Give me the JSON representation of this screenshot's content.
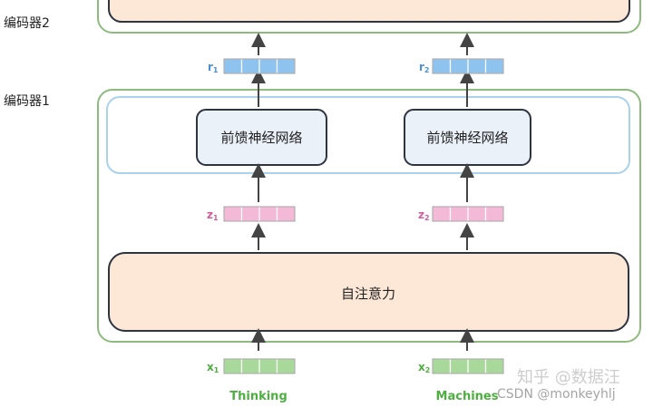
{
  "encoder_labels": {
    "top": "编码器2",
    "bottom": "编码器1"
  },
  "blocks": {
    "ffn": "前馈神经网络",
    "self_attention": "自注意力"
  },
  "vectors": {
    "x": [
      {
        "prefix": "x",
        "sub": "1"
      },
      {
        "prefix": "x",
        "sub": "2"
      }
    ],
    "z": [
      {
        "prefix": "z",
        "sub": "1"
      },
      {
        "prefix": "z",
        "sub": "2"
      }
    ],
    "r": [
      {
        "prefix": "r",
        "sub": "1"
      },
      {
        "prefix": "r",
        "sub": "2"
      }
    ]
  },
  "inputs": [
    "Thinking",
    "Machines"
  ],
  "watermarks": {
    "zhihu": "知乎 @数据汪",
    "csdn": "CSDN @monkeyhlj"
  },
  "colors": {
    "encoder_border": "#8dbb7e",
    "ffn_group_border": "#a9d2ec",
    "block_border": "#2e3440",
    "ffn_fill": "#eaf1f8",
    "attention_fill": "#fde8d7",
    "x_cell": "#a8d99a",
    "x_label": "#4caf3f",
    "z_cell": "#f3b9d6",
    "z_label": "#d45c9b",
    "r_cell": "#8ec3f0",
    "r_label": "#4a90d9",
    "arrow": "#444444",
    "input_text": "#4caf3f"
  }
}
